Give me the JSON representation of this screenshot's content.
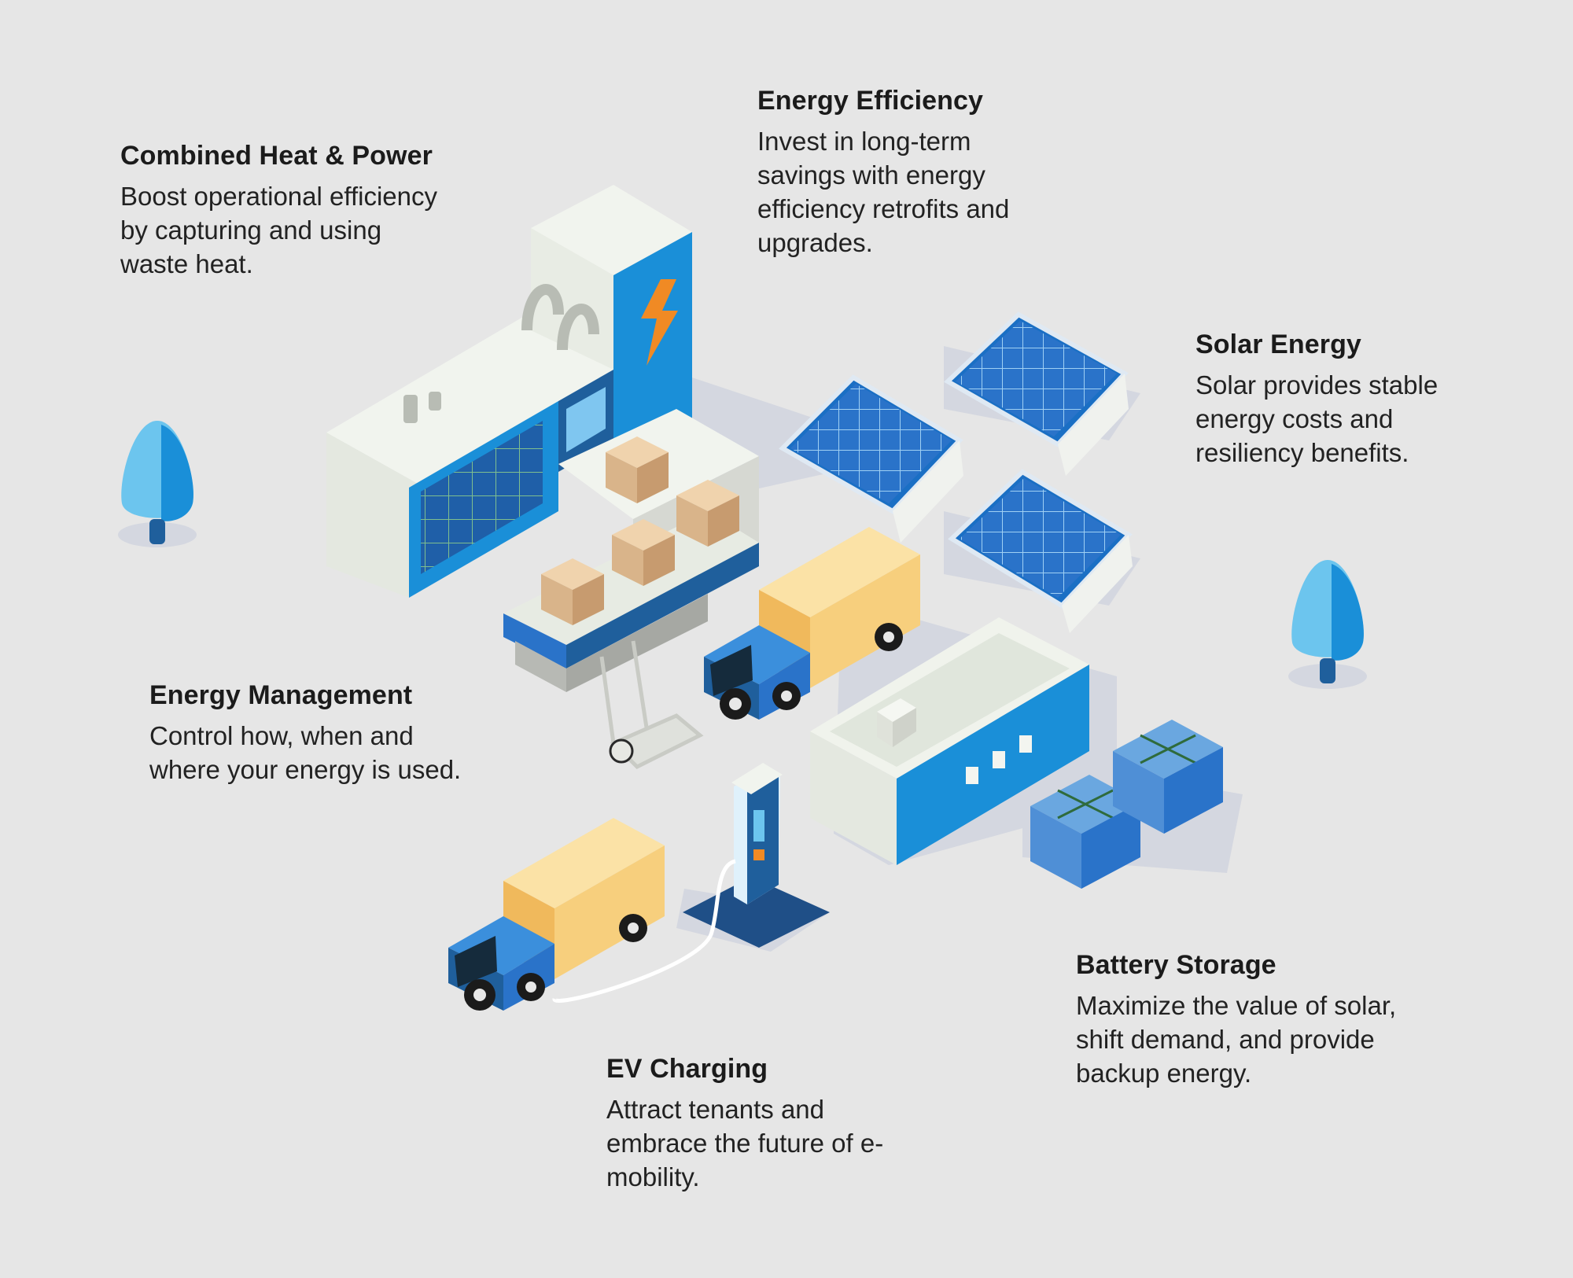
{
  "callouts": {
    "chp": {
      "title": "Combined Heat & Power",
      "desc": "Boost operational efficiency by capturing and using waste heat."
    },
    "efficiency": {
      "title": "Energy Efficiency",
      "desc": "Invest in long-term savings with energy efficiency retrofits and upgrades."
    },
    "solar": {
      "title": "Solar Energy",
      "desc": "Solar provides stable energy costs and resiliency benefits."
    },
    "management": {
      "title": "Energy Management",
      "desc": "Control how, when and where your energy is used."
    },
    "battery": {
      "title": "Battery Storage",
      "desc": "Maximize the value of solar, shift demand, and provide backup energy."
    },
    "ev": {
      "title": "EV Charging",
      "desc": "Attract tenants and embrace the future of e-mobility."
    }
  },
  "colors": {
    "background": "#e6e6e6",
    "blue": "#1a8fd8",
    "dark_blue": "#1f5f9c",
    "light_blue": "#6cc5ee",
    "panel_blue": "#2a73c9",
    "cream": "#eef2ea",
    "box_tan": "#d9b48a",
    "truck_yellow": "#f7cf7d",
    "bolt_orange": "#f08a24",
    "shadow": "#d3d6df"
  },
  "icons": {
    "bolt": "lightning-bolt-icon"
  }
}
